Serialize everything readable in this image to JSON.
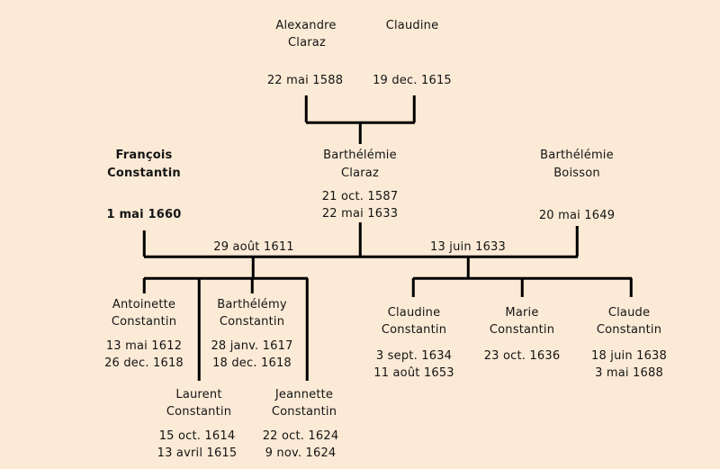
{
  "canvas": {
    "background": "#FBEAD6",
    "line_color": "#000000",
    "text_color": "#141414"
  },
  "people": {
    "alexandre_claraz": {
      "name1": "Alexandre",
      "name2": "Claraz",
      "date1": "22 mai 1588"
    },
    "claudine": {
      "name1": "Claudine",
      "date1": "19 dec. 1615"
    },
    "francois_constantin": {
      "name1": "François",
      "name2": "Constantin",
      "date1": "1 mai 1660"
    },
    "barthelemie_claraz": {
      "name1": "Barthélémie",
      "name2": "Claraz",
      "date1": "21 oct. 1587",
      "date2": "22 mai 1633"
    },
    "barthelemie_boisson": {
      "name1": "Barthélémie",
      "name2": "Boisson",
      "date1": "20 mai 1649"
    },
    "antoinette_constantin": {
      "name1": "Antoinette",
      "name2": "Constantin",
      "date1": "13 mai 1612",
      "date2": "26 dec. 1618"
    },
    "barthelemy_constantin": {
      "name1": "Barthélémy",
      "name2": "Constantin",
      "date1": "28 janv. 1617",
      "date2": "18 dec. 1618"
    },
    "laurent_constantin": {
      "name1": "Laurent",
      "name2": "Constantin",
      "date1": "15 oct. 1614",
      "date2": "13 avril 1615"
    },
    "jeannette_constantin": {
      "name1": "Jeannette",
      "name2": "Constantin",
      "date1": "22 oct. 1624",
      "date2": "9 nov. 1624"
    },
    "claudine_constantin": {
      "name1": "Claudine",
      "name2": "Constantin",
      "date1": "3 sept. 1634",
      "date2": "11 août 1653"
    },
    "marie_constantin": {
      "name1": "Marie",
      "name2": "Constantin",
      "date1": "23 oct. 1636"
    },
    "claude_constantin": {
      "name1": "Claude",
      "name2": "Constantin",
      "date1": "18 juin 1638",
      "date2": "3 mai 1688"
    }
  },
  "marriages": {
    "marriage1": {
      "date": "29 août 1611"
    },
    "marriage2": {
      "date": "13 juin 1633"
    }
  }
}
